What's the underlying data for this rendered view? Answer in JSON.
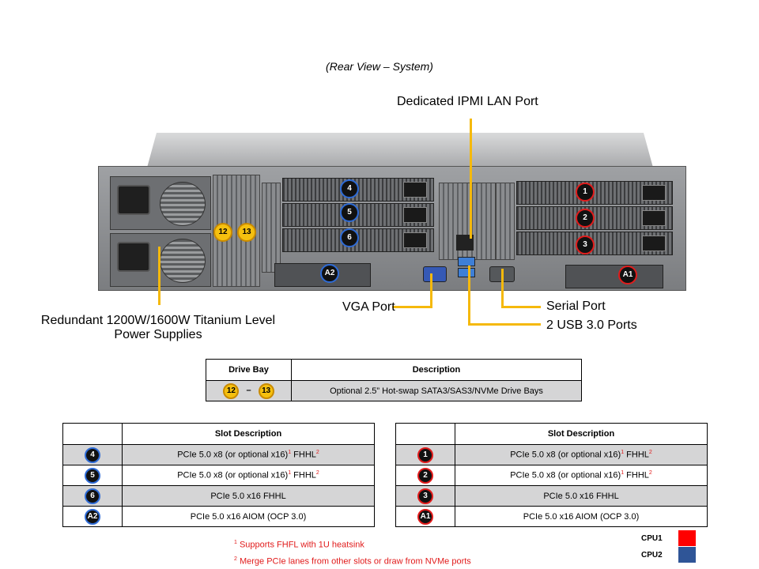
{
  "view_title": "(Rear View – System)",
  "callouts": {
    "ipmi": "Dedicated IPMI  LAN Port",
    "vga": "VGA Port",
    "serial": "Serial Port",
    "usb": "2 USB 3.0 Ports",
    "psu_line1": "Redundant  1200W/1600W Titanium  Level",
    "psu_line2": "Power Supplies"
  },
  "markers": {
    "m4": "4",
    "m5": "5",
    "m6": "6",
    "mA2": "A2",
    "m1": "1",
    "m2": "2",
    "m3": "3",
    "mA1": "A1",
    "m12": "12",
    "m13": "13"
  },
  "drive_table": {
    "headers": [
      "Drive Bay",
      "Description"
    ],
    "range_from": "12",
    "range_to": "13",
    "dash": "–",
    "description": "Optional 2.5” Hot-swap SATA3/SAS3/NVMe  Drive Bays"
  },
  "slot_tables": {
    "header": "Slot Description",
    "left": [
      {
        "id": "4",
        "text": "PCIe 5.0 x8 (or optional x16)",
        "n1": "1",
        "suffix": " FHHL",
        "n2": "2"
      },
      {
        "id": "5",
        "text": "PCIe 5.0 x8 (or optional x16)",
        "n1": "1",
        "suffix": " FHHL",
        "n2": "2"
      },
      {
        "id": "6",
        "text": "PCIe 5.0 x16 FHHL"
      },
      {
        "id": "A2",
        "text": "PCIe 5.0 x16 AIOM (OCP 3.0)"
      }
    ],
    "right": [
      {
        "id": "1",
        "text": "PCIe 5.0 x8 (or optional x16)",
        "n1": "1",
        "suffix": " FHHL",
        "n2": "2"
      },
      {
        "id": "2",
        "text": "PCIe 5.0 x8 (or optional x16)",
        "n1": "1",
        "suffix": " FHHL",
        "n2": "2"
      },
      {
        "id": "3",
        "text": "PCIe 5.0 x16 FHHL"
      },
      {
        "id": "A1",
        "text": "PCIe 5.0 x16 AIOM (OCP 3.0)"
      }
    ]
  },
  "footnotes": {
    "n1_num": "1",
    "n1_text": " Supports FHFL with 1U heatsink",
    "n2_num": "2",
    "n2_text": " Merge PCIe lanes from other slots or draw from NVMe ports"
  },
  "legend": {
    "cpu1": "CPU1",
    "cpu1_color": "#ff0000",
    "cpu2": "CPU2",
    "cpu2_color": "#2f5597"
  }
}
